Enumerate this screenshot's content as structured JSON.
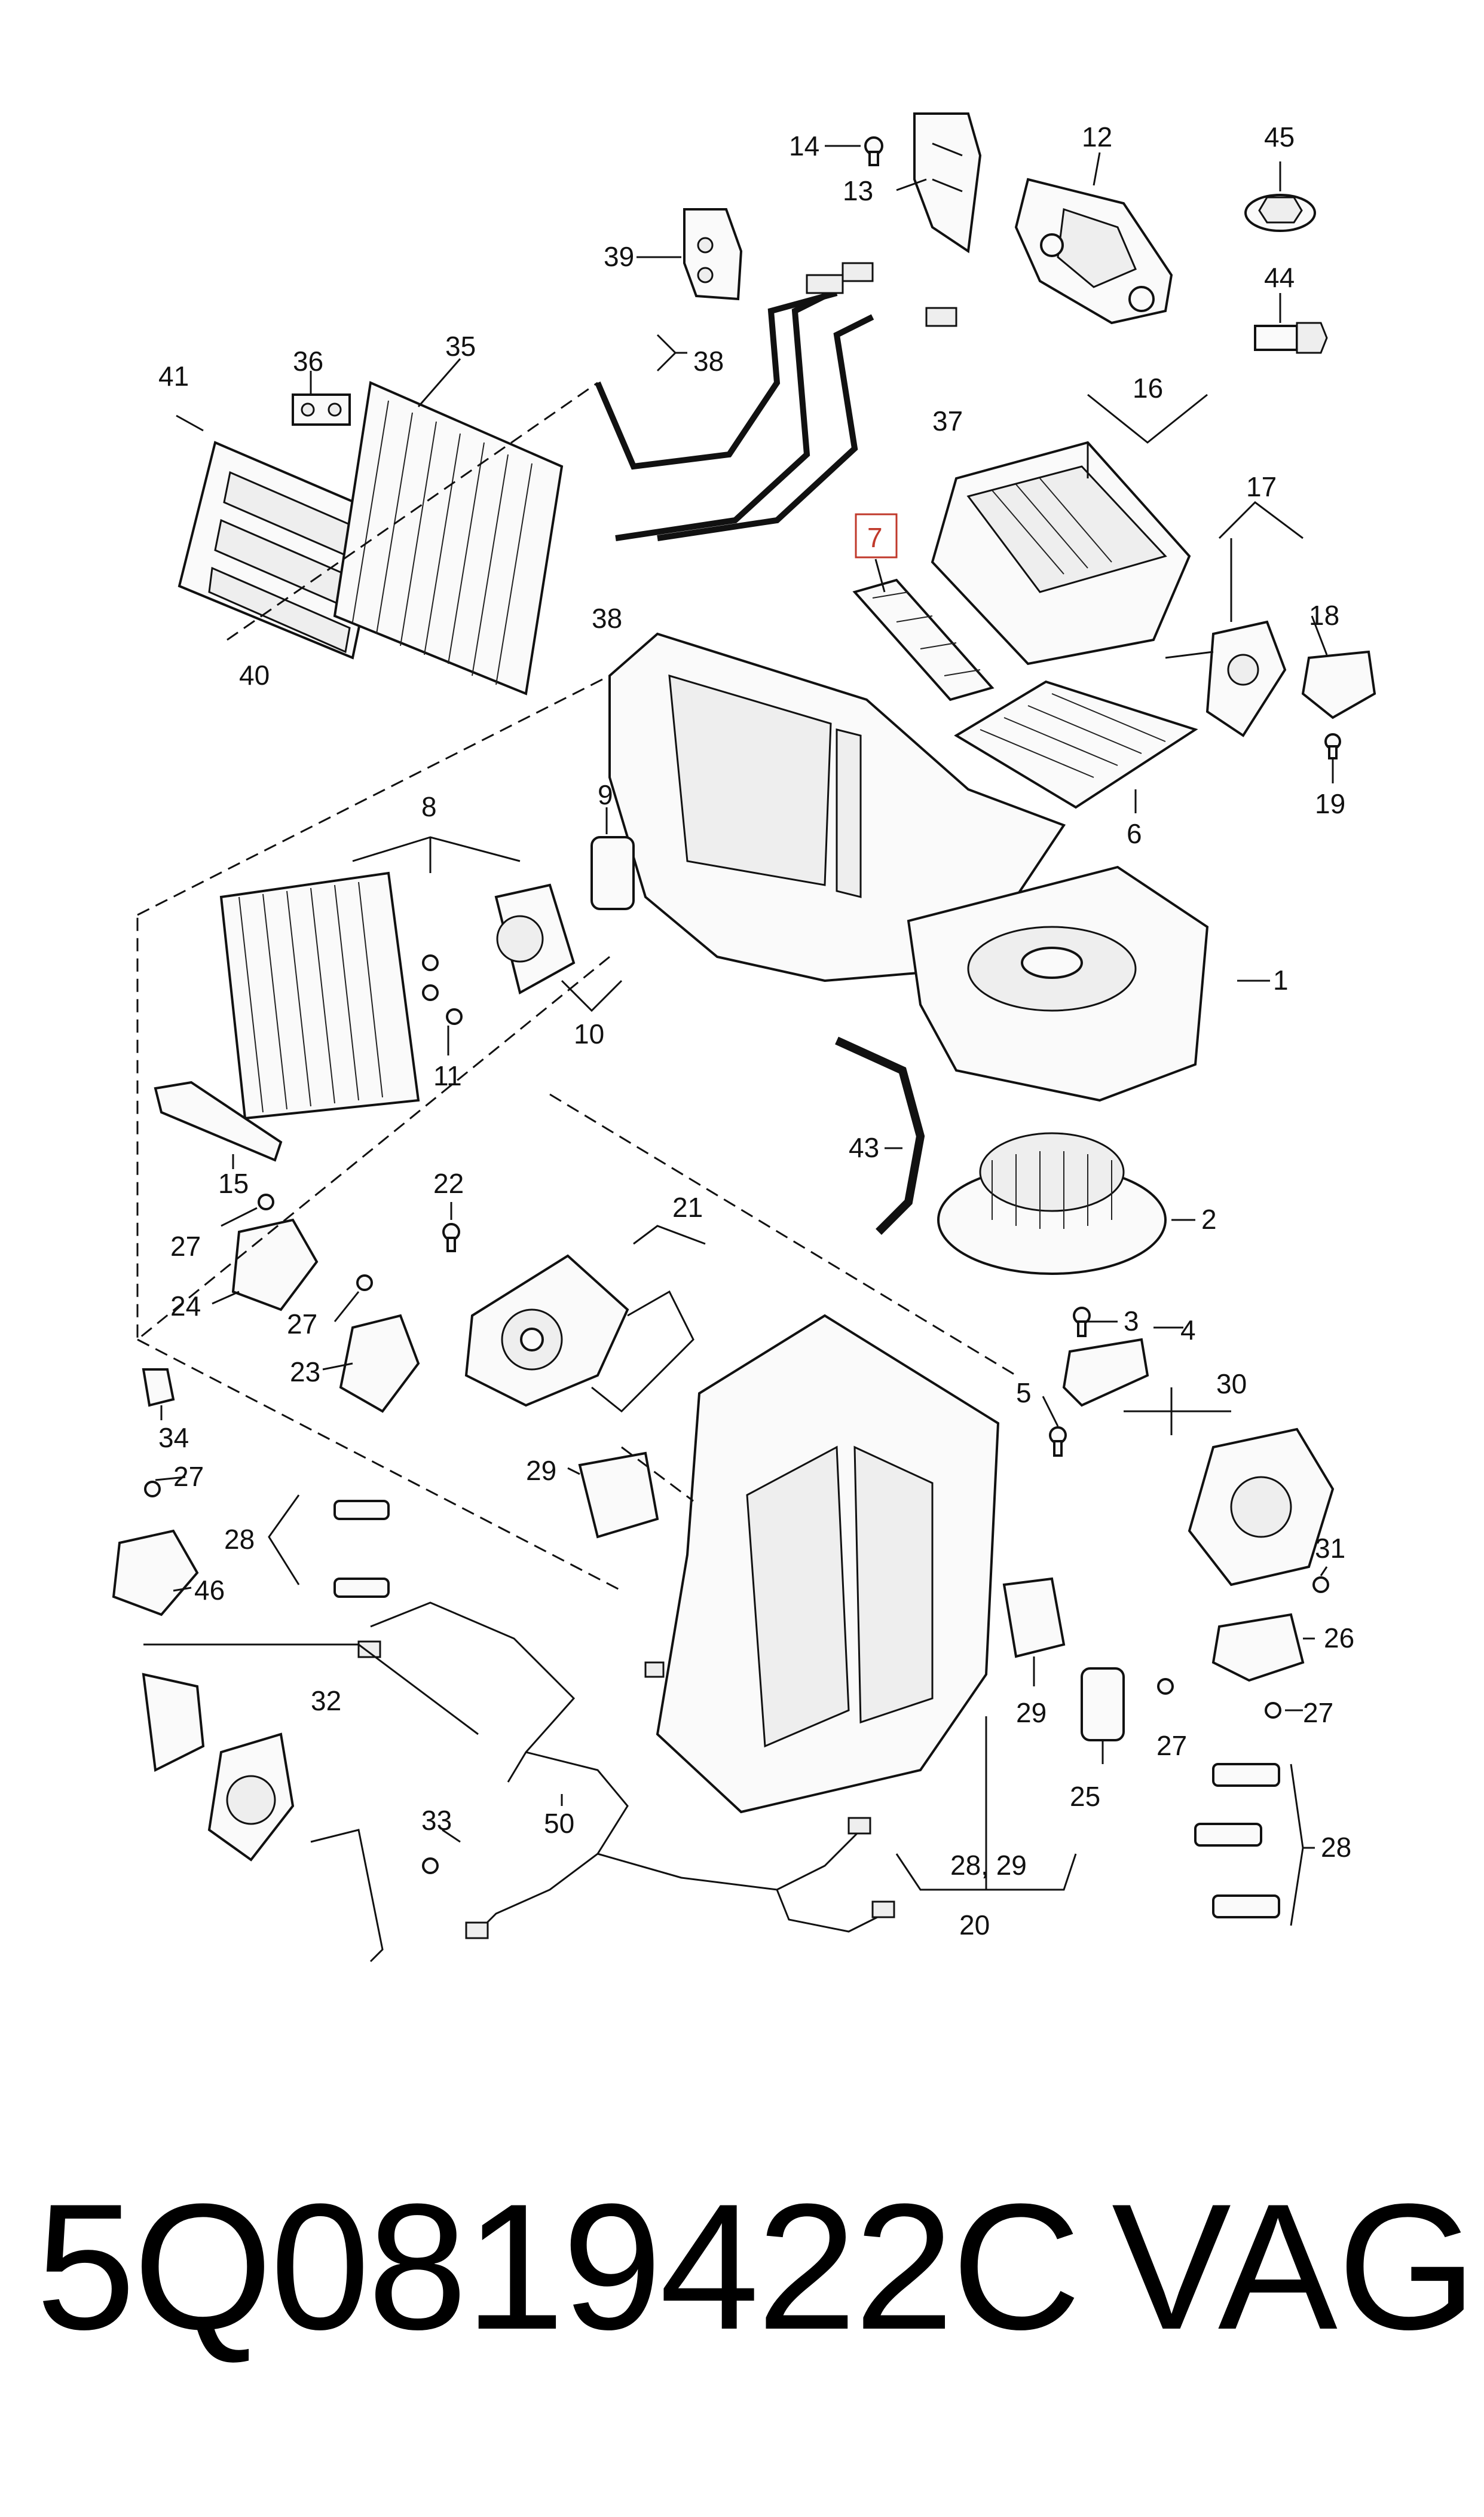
{
  "footer": {
    "part_number": "5Q0819422C",
    "brand": "VAG"
  },
  "highlight_color": "#c0392b",
  "callouts": [
    {
      "id": "c14",
      "text": "14"
    },
    {
      "id": "c13",
      "text": "13"
    },
    {
      "id": "c12",
      "text": "12"
    },
    {
      "id": "c45",
      "text": "45"
    },
    {
      "id": "c39",
      "text": "39"
    },
    {
      "id": "c44",
      "text": "44"
    },
    {
      "id": "c36",
      "text": "36"
    },
    {
      "id": "c35",
      "text": "35"
    },
    {
      "id": "c41",
      "text": "41"
    },
    {
      "id": "c38a",
      "text": "38"
    },
    {
      "id": "c37",
      "text": "37"
    },
    {
      "id": "c16",
      "text": "16"
    },
    {
      "id": "c38b",
      "text": "38"
    },
    {
      "id": "c17",
      "text": "17"
    },
    {
      "id": "c7",
      "text": "7"
    },
    {
      "id": "c18",
      "text": "18"
    },
    {
      "id": "c40",
      "text": "40"
    },
    {
      "id": "c19",
      "text": "19"
    },
    {
      "id": "c6",
      "text": "6"
    },
    {
      "id": "c8",
      "text": "8"
    },
    {
      "id": "c9",
      "text": "9"
    },
    {
      "id": "c1",
      "text": "1"
    },
    {
      "id": "c10",
      "text": "10"
    },
    {
      "id": "c11",
      "text": "11"
    },
    {
      "id": "c15",
      "text": "15"
    },
    {
      "id": "c43",
      "text": "43"
    },
    {
      "id": "c22",
      "text": "22"
    },
    {
      "id": "c21",
      "text": "21"
    },
    {
      "id": "c2",
      "text": "2"
    },
    {
      "id": "c27a",
      "text": "27"
    },
    {
      "id": "c24",
      "text": "24"
    },
    {
      "id": "c27b",
      "text": "27"
    },
    {
      "id": "c3",
      "text": "3"
    },
    {
      "id": "c4",
      "text": "4"
    },
    {
      "id": "c23",
      "text": "23"
    },
    {
      "id": "c34",
      "text": "34"
    },
    {
      "id": "c5",
      "text": "5"
    },
    {
      "id": "c30",
      "text": "30"
    },
    {
      "id": "c27c",
      "text": "27"
    },
    {
      "id": "c29a",
      "text": "29"
    },
    {
      "id": "c28a",
      "text": "28"
    },
    {
      "id": "c46",
      "text": "46"
    },
    {
      "id": "c31",
      "text": "31"
    },
    {
      "id": "c26",
      "text": "26"
    },
    {
      "id": "c29b",
      "text": "29"
    },
    {
      "id": "c27d",
      "text": "27"
    },
    {
      "id": "c32",
      "text": "32"
    },
    {
      "id": "c27e",
      "text": "27"
    },
    {
      "id": "c25",
      "text": "25"
    },
    {
      "id": "c33",
      "text": "33"
    },
    {
      "id": "c50",
      "text": "50"
    },
    {
      "id": "c28b",
      "text": "28"
    },
    {
      "id": "c2829",
      "text": "28, 29"
    },
    {
      "id": "c20",
      "text": "20"
    }
  ]
}
